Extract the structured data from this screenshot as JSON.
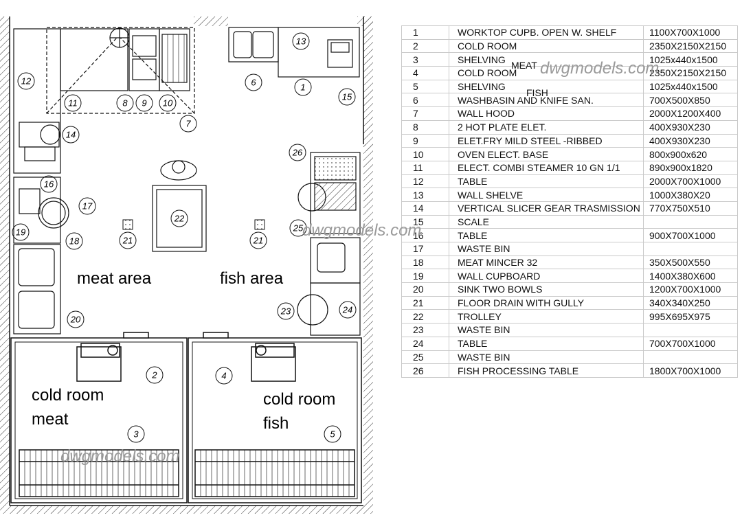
{
  "watermark": "dwgmodels.com",
  "plan": {
    "area_labels": {
      "meat_area": "meat area",
      "fish_area": "fish area",
      "cold_room_meat_1": "cold room",
      "cold_room_meat_2": "meat",
      "cold_room_fish_1": "cold room",
      "cold_room_fish_2": "fish"
    },
    "callouts": [
      "12",
      "11",
      "8",
      "9",
      "10",
      "7",
      "6",
      "1",
      "13",
      "15",
      "14",
      "26",
      "16",
      "17",
      "19",
      "18",
      "21",
      "22",
      "21",
      "25",
      "20",
      "23",
      "24",
      "2",
      "3",
      "4",
      "5"
    ]
  },
  "legend": {
    "rows": [
      {
        "num": "1",
        "desc": "WORKTOP CUPB. OPEN W. SHELF",
        "size": "1100X700X1000"
      },
      {
        "num": "2",
        "desc": "COLD ROOM",
        "size": "2350X2150X2150"
      },
      {
        "num": "3",
        "desc": "SHELVING",
        "sub": "MEAT",
        "size": "1025x440x1500"
      },
      {
        "num": "4",
        "desc": "COLD ROOM",
        "size": "2350X2150X2150"
      },
      {
        "num": "5",
        "desc": "SHELVING",
        "sub": "FISH",
        "size": "1025x440x1500"
      },
      {
        "num": "6",
        "desc": "WASHBASIN AND KNIFE SAN.",
        "size": "700X500X850"
      },
      {
        "num": "7",
        "desc": "WALL HOOD",
        "size": "2000X1200X400"
      },
      {
        "num": "8",
        "desc": "2 HOT PLATE ELET.",
        "size": "400X930X230"
      },
      {
        "num": "9",
        "desc": "ELET.FRY MILD STEEL -RIBBED",
        "size": "400X930X230"
      },
      {
        "num": "10",
        "desc": "OVEN ELECT. BASE",
        "size": "800x900x620"
      },
      {
        "num": "11",
        "desc": "ELECT. COMBI STEAMER 10 GN 1/1",
        "size": "890x900x1820"
      },
      {
        "num": "12",
        "desc": "TABLE",
        "size": "2000X700X1000"
      },
      {
        "num": "13",
        "desc": "WALL SHELVE",
        "size": "1000X380X20"
      },
      {
        "num": "14",
        "desc": "VERTICAL SLICER GEAR TRASMISSION",
        "size": "770X750X510"
      },
      {
        "num": "15",
        "desc": "SCALE",
        "size": ""
      },
      {
        "num": "16",
        "desc": "TABLE",
        "size": "900X700X1000"
      },
      {
        "num": "17",
        "desc": "WASTE BIN",
        "size": ""
      },
      {
        "num": "18",
        "desc": "MEAT MINCER 32",
        "size": "350X500X550"
      },
      {
        "num": "19",
        "desc": "WALL CUPBOARD",
        "size": "1400X380X600"
      },
      {
        "num": "20",
        "desc": "SINK TWO BOWLS",
        "size": "1200X700X1000"
      },
      {
        "num": "21",
        "desc": "FLOOR DRAIN WITH GULLY",
        "size": "340X340X250"
      },
      {
        "num": "22",
        "desc": "TROLLEY",
        "size": "995X695X975"
      },
      {
        "num": "23",
        "desc": "WASTE BIN",
        "size": ""
      },
      {
        "num": "24",
        "desc": "TABLE",
        "size": "700X700X1000"
      },
      {
        "num": "25",
        "desc": "WASTE BIN",
        "size": ""
      },
      {
        "num": "26",
        "desc": "FISH PROCESSING TABLE",
        "size": "1800X700X1000"
      }
    ]
  }
}
